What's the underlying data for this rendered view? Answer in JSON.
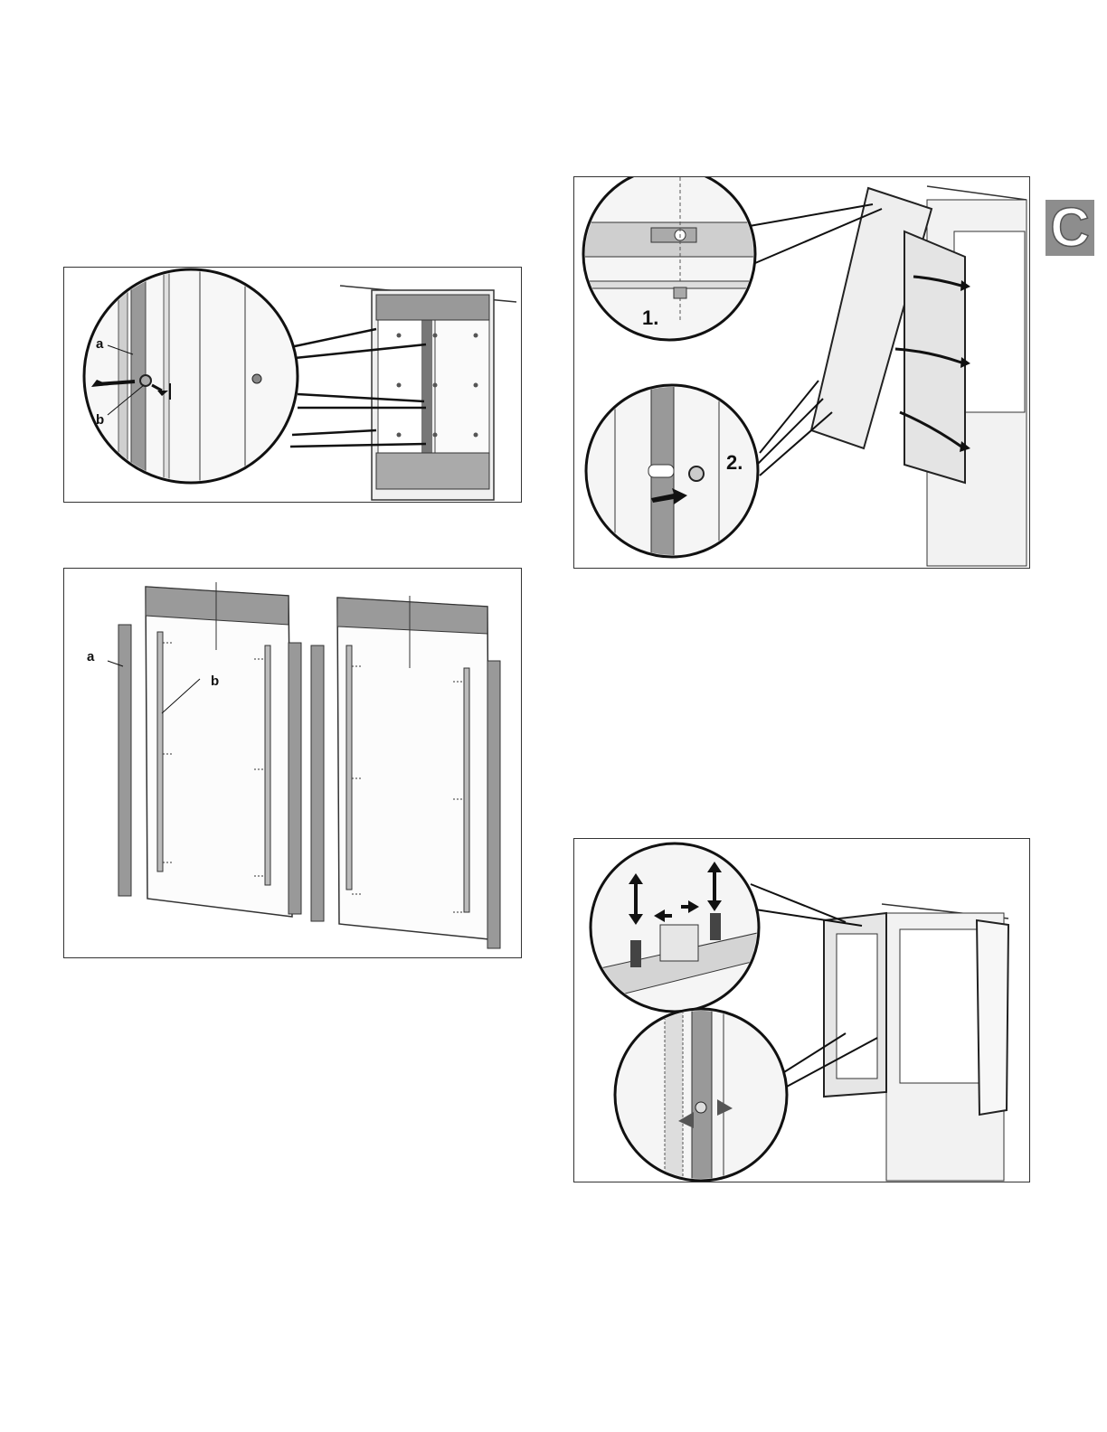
{
  "section_tab": {
    "letter": "C",
    "color": "#8d8d8d"
  },
  "figure1": {
    "label_a": "a",
    "label_b": "b"
  },
  "figure2": {
    "label_a": "a",
    "label_b": "b"
  },
  "figure3": {
    "step1": "1.",
    "step2": "2."
  },
  "figure4": {}
}
